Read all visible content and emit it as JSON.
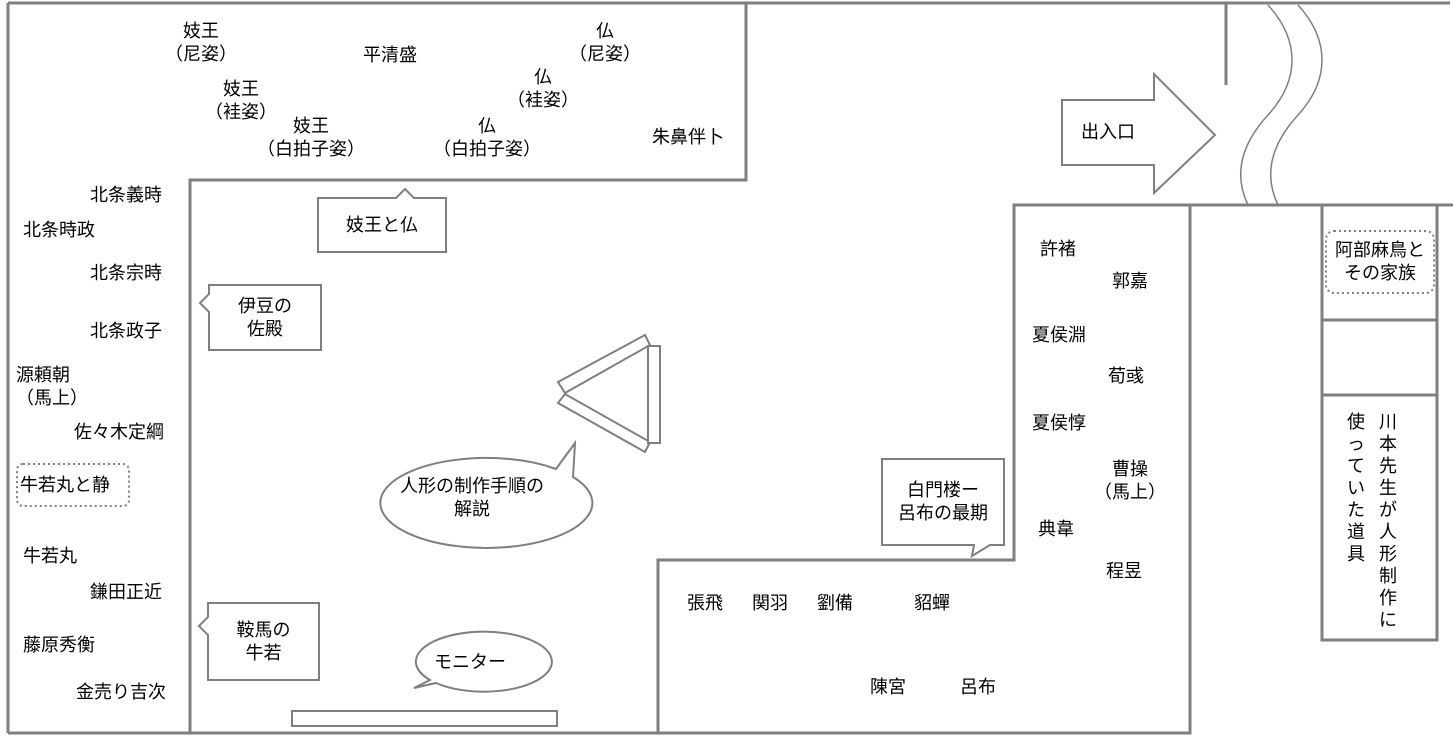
{
  "top_room": [
    {
      "id": "giou_ama",
      "lines": [
        "妓王",
        "（尼姿）"
      ]
    },
    {
      "id": "taira",
      "lines": [
        "平清盛"
      ]
    },
    {
      "id": "hotoke_ama",
      "lines": [
        "仏",
        "（尼姿）"
      ]
    },
    {
      "id": "giou_kesa",
      "lines": [
        "妓王",
        "（袿姿）"
      ]
    },
    {
      "id": "hotoke_kesa",
      "lines": [
        "仏",
        "（袿姿）"
      ]
    },
    {
      "id": "giou_shira",
      "lines": [
        "妓王",
        "（白拍子姿）"
      ]
    },
    {
      "id": "hotoke_shira",
      "lines": [
        "仏",
        "（白拍子姿）"
      ]
    },
    {
      "id": "shubana",
      "lines": [
        "朱鼻伴卜"
      ]
    }
  ],
  "left_wall": [
    {
      "id": "yoshitoki",
      "lines": [
        "北条義時"
      ]
    },
    {
      "id": "tokimasa",
      "lines": [
        "北条時政"
      ]
    },
    {
      "id": "munetoki",
      "lines": [
        "北条宗時"
      ]
    },
    {
      "id": "masako",
      "lines": [
        "北条政子"
      ]
    },
    {
      "id": "yoritomo",
      "lines": [
        "源頼朝",
        "（馬上）"
      ]
    },
    {
      "id": "sasaki",
      "lines": [
        "佐々木定綱"
      ]
    },
    {
      "id": "ushiwaka_shizuka",
      "lines": [
        "牛若丸と静"
      ]
    },
    {
      "id": "ushiwakamaru",
      "lines": [
        "牛若丸"
      ]
    },
    {
      "id": "kamata",
      "lines": [
        "鎌田正近"
      ]
    },
    {
      "id": "hidehira",
      "lines": [
        "藤原秀衡"
      ]
    },
    {
      "id": "kichiji",
      "lines": [
        "金売り吉次"
      ]
    }
  ],
  "callouts": [
    {
      "id": "giou_to_hotoke",
      "lines": [
        "妓王と仏"
      ]
    },
    {
      "id": "izu",
      "lines": [
        "伊豆の",
        "佐殿"
      ]
    },
    {
      "id": "kurama",
      "lines": [
        "鞍馬の",
        "牛若"
      ]
    },
    {
      "id": "hakumon",
      "lines": [
        "白門楼ー",
        "呂布の最期"
      ]
    },
    {
      "id": "seisaku",
      "lines": [
        "人形の制作手順の",
        "解説"
      ]
    },
    {
      "id": "monitor",
      "lines": [
        "モニター"
      ]
    }
  ],
  "right_room": [
    {
      "id": "kyocho",
      "lines": [
        "許褚"
      ]
    },
    {
      "id": "kakuka",
      "lines": [
        "郭嘉"
      ]
    },
    {
      "id": "kakouen",
      "lines": [
        "夏侯淵"
      ]
    },
    {
      "id": "junyu",
      "lines": [
        "荀彧"
      ]
    },
    {
      "id": "kakouton",
      "lines": [
        "夏侯惇"
      ]
    },
    {
      "id": "sousou",
      "lines": [
        "曹操",
        "（馬上）"
      ]
    },
    {
      "id": "tenni",
      "lines": [
        "典韋"
      ]
    },
    {
      "id": "teiiku",
      "lines": [
        "程昱"
      ]
    }
  ],
  "bottom_room": [
    {
      "id": "chouhi",
      "lines": [
        "張飛"
      ]
    },
    {
      "id": "kanu",
      "lines": [
        "関羽"
      ]
    },
    {
      "id": "ryuubi",
      "lines": [
        "劉備"
      ]
    },
    {
      "id": "chousen",
      "lines": [
        "貂蟬"
      ]
    },
    {
      "id": "chinkyuu",
      "lines": [
        "陳宮"
      ]
    },
    {
      "id": "ryofu",
      "lines": [
        "呂布"
      ]
    }
  ],
  "far_right": {
    "abe": [
      "阿部麻鳥と",
      "その家族"
    ],
    "tools_col1": "使っていた道具",
    "tools_col2": "川本先生が人形制作に"
  },
  "entrance": "出入口"
}
